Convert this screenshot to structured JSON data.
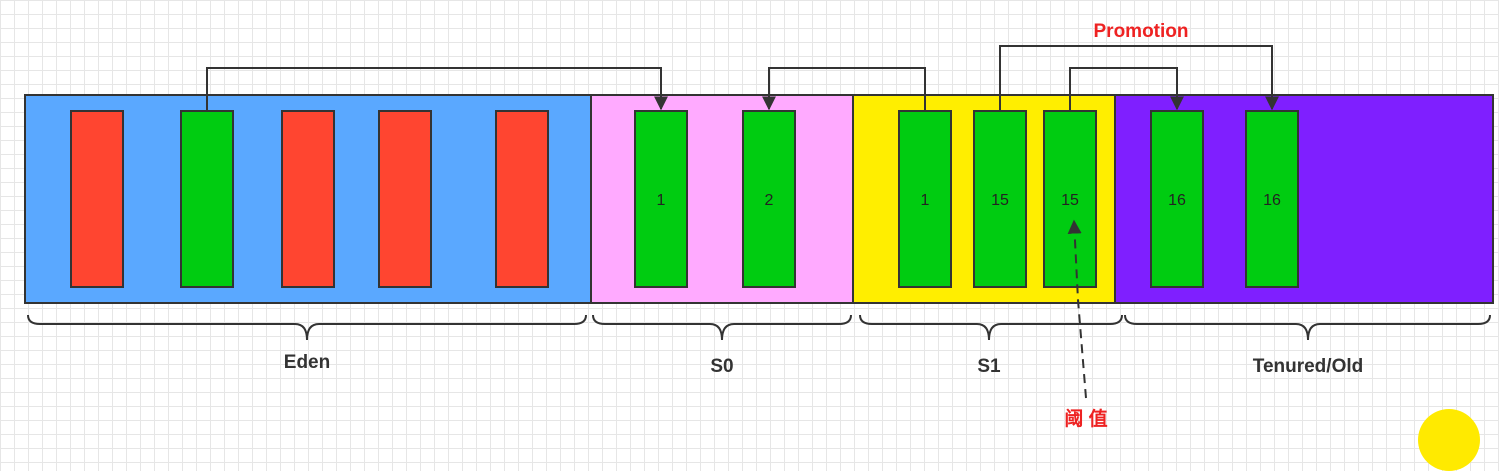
{
  "colors": {
    "eden": "#5aa8ff",
    "s0": "#ffaaff",
    "s1": "#ffee00",
    "tenured": "#7f1fff",
    "dead_object": "#ff4530",
    "live_object": "#00cc11",
    "annotation_red": "#ee2222",
    "cursor_highlight": "#ffea00"
  },
  "regions": [
    {
      "key": "eden",
      "label": "Eden"
    },
    {
      "key": "s0",
      "label": "S0"
    },
    {
      "key": "s1",
      "label": "S1"
    },
    {
      "key": "tenured",
      "label": "Tenured/Old"
    }
  ],
  "objects": [
    {
      "region": "eden",
      "state": "dead",
      "age": ""
    },
    {
      "region": "eden",
      "state": "live",
      "age": ""
    },
    {
      "region": "eden",
      "state": "dead",
      "age": ""
    },
    {
      "region": "eden",
      "state": "dead",
      "age": ""
    },
    {
      "region": "eden",
      "state": "dead",
      "age": ""
    },
    {
      "region": "s0",
      "state": "live",
      "age": "1"
    },
    {
      "region": "s0",
      "state": "live",
      "age": "2"
    },
    {
      "region": "s1",
      "state": "live",
      "age": "1"
    },
    {
      "region": "s1",
      "state": "live",
      "age": "15"
    },
    {
      "region": "s1",
      "state": "live",
      "age": "15"
    },
    {
      "region": "tenured",
      "state": "live",
      "age": "16"
    },
    {
      "region": "tenured",
      "state": "live",
      "age": "16"
    }
  ],
  "edges": [
    {
      "from_object": 1,
      "to_object": 5,
      "style": "solid"
    },
    {
      "from_object": 7,
      "to_object": 6,
      "style": "solid"
    },
    {
      "from_object": 8,
      "to_object": 11,
      "style": "solid"
    },
    {
      "from_object": 9,
      "to_object": 10,
      "style": "solid"
    }
  ],
  "annotations": {
    "promotion": "Promotion",
    "threshold": "阈 值"
  }
}
